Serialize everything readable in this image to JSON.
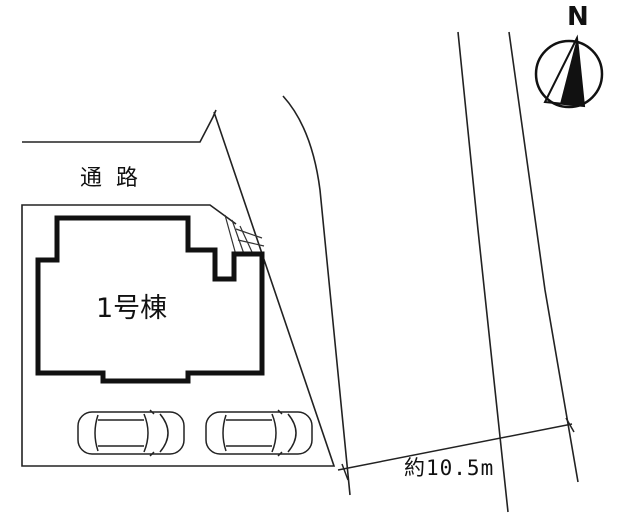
{
  "north": {
    "label": "N"
  },
  "passage": {
    "label": "通路"
  },
  "building": {
    "label": "1号棟"
  },
  "road": {
    "width_label": "約10.5m"
  },
  "parking": {
    "car_count": 2
  }
}
